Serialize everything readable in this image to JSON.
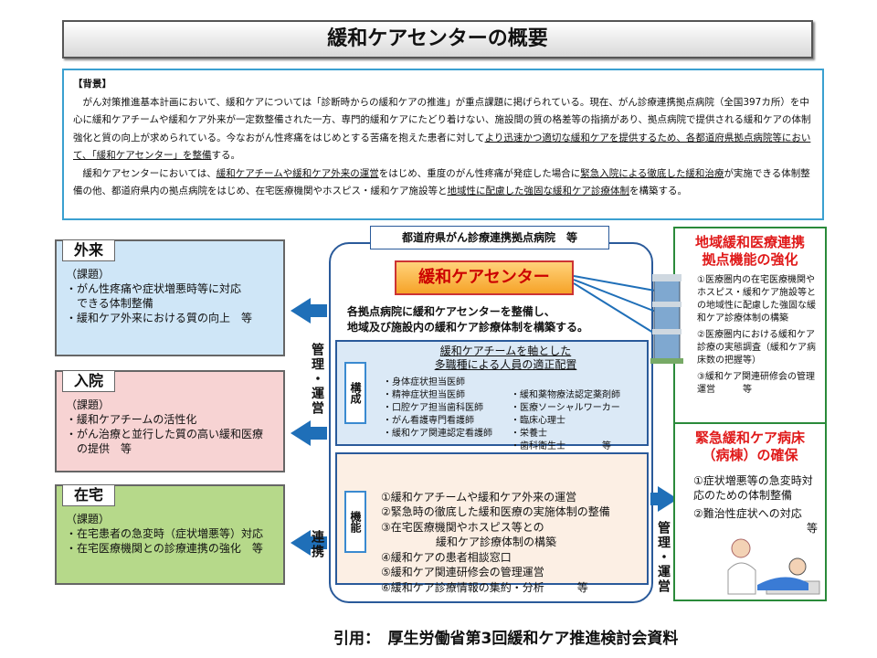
{
  "title": "緩和ケアセンターの概要",
  "background": {
    "heading": "【背景】",
    "p1a": "がん対策推進基本計画において、緩和ケアについては「診断時からの緩和ケアの推進」が重点課題に掲げられている。現在、がん診療連携拠点病院（全国397カ所）を中心に緩和ケアチームや緩和ケア外来が一定数整備された一方、専門的緩和ケアにたどり着けない、施設間の質の格差等の指摘があり、拠点病院で提供される緩和ケアの体制強化と質の向上が求められている。今なおがん性疼痛をはじめとする苦痛を抱えた患者に対して",
    "p1u": "より迅速かつ適切な緩和ケアを提供するため、各都道府県拠点病院等において、「緩和ケアセンター」を整備",
    "p1b": "する。",
    "p2a": "緩和ケアセンターにおいては、",
    "p2u1": "緩和ケアチームや緩和ケア外来の運営",
    "p2b": "をはじめ、重度のがん性疼痛が発症した場合に",
    "p2u2": "緊急入院による徹底した緩和治療",
    "p2c": "が実施できる体制整備の他、都道府県内の拠点病院をはじめ、在宅医療機関やホスピス・緩和ケア施設等と",
    "p2u3": "地域性に配慮した強固な緩和ケア診療体制",
    "p2d": "を構築する。"
  },
  "left": [
    {
      "tab": "外来",
      "lines": [
        "（課題）",
        "・がん性疼痛や症状増悪時等に対応",
        "　できる体制整備",
        "・緩和ケア外来における質の向上　等"
      ]
    },
    {
      "tab": "入院",
      "lines": [
        "（課題）",
        "・緩和ケアチームの活性化",
        "・がん治療と並行した質の高い緩和医療",
        "　の提供　等"
      ]
    },
    {
      "tab": "在宅",
      "lines": [
        "（課題）",
        "・在宅患者の急変時（症状増悪等）対応",
        "・在宅医療機関との診療連携の強化　等"
      ]
    }
  ],
  "labels": {
    "manage_left": "管理・運営",
    "link": "連携",
    "manage_right": "管理・運営"
  },
  "center": {
    "hospital": "都道府県がん診療連携拠点病院　等",
    "name": "緩和ケアセンター",
    "desc": [
      "各拠点病院に緩和ケアセンターを整備し、",
      "地域及び施設内の緩和ケア診療体制を構築する。"
    ],
    "composition": {
      "label": "構成",
      "title": [
        "緩和ケアチームを軸とした",
        "多職種による人員の適正配置"
      ],
      "col1": [
        "・身体症状担当医師",
        "・精神症状担当医師",
        "・口腔ケア担当歯科医師",
        "・がん看護専門看護師",
        "・緩和ケア関連認定看護師"
      ],
      "col2": [
        "・緩和薬物療法認定薬剤師",
        "・医療ソーシャルワーカー",
        "・臨床心理士",
        "・栄養士",
        "・歯科衛生士　　　　等"
      ]
    },
    "function": {
      "label": "機能",
      "items": [
        "①緩和ケアチームや緩和ケア外来の運営",
        "②緊急時の徹底した緩和医療の実施体制の整備",
        "③在宅医療機関やホスピス等との",
        "　　　　　緩和ケア診療体制の構築",
        "④緩和ケアの患者相談窓口",
        "⑤緩和ケア関連研修会の管理運営",
        "⑥緩和ケア診療情報の集約・分析　　　等"
      ]
    }
  },
  "right": [
    {
      "title": [
        "地域緩和医療連携",
        "拠点機能の強化"
      ],
      "items": [
        "①医療圏内の在宅医療機関やホスピス・緩和ケア施設等との地域性に配慮した強固な緩和ケア診療体制の構築",
        "②医療圏内における緩和ケア診療の実態調査（緩和ケア病床数の把握等）",
        "③緩和ケア関連研修会の管理運営　　　等"
      ]
    },
    {
      "title": [
        "緊急緩和ケア病床",
        "（病棟）の確保"
      ],
      "items": [
        "①症状増悪等の急変時対応のための体制整備",
        "②難治性症状への対応",
        "等"
      ]
    }
  ],
  "citation": "引用：　厚生労働省第3回緩和ケア推進検討会資料",
  "colors": {
    "accent": "#1f6fb8",
    "red": "#e01a1a"
  }
}
